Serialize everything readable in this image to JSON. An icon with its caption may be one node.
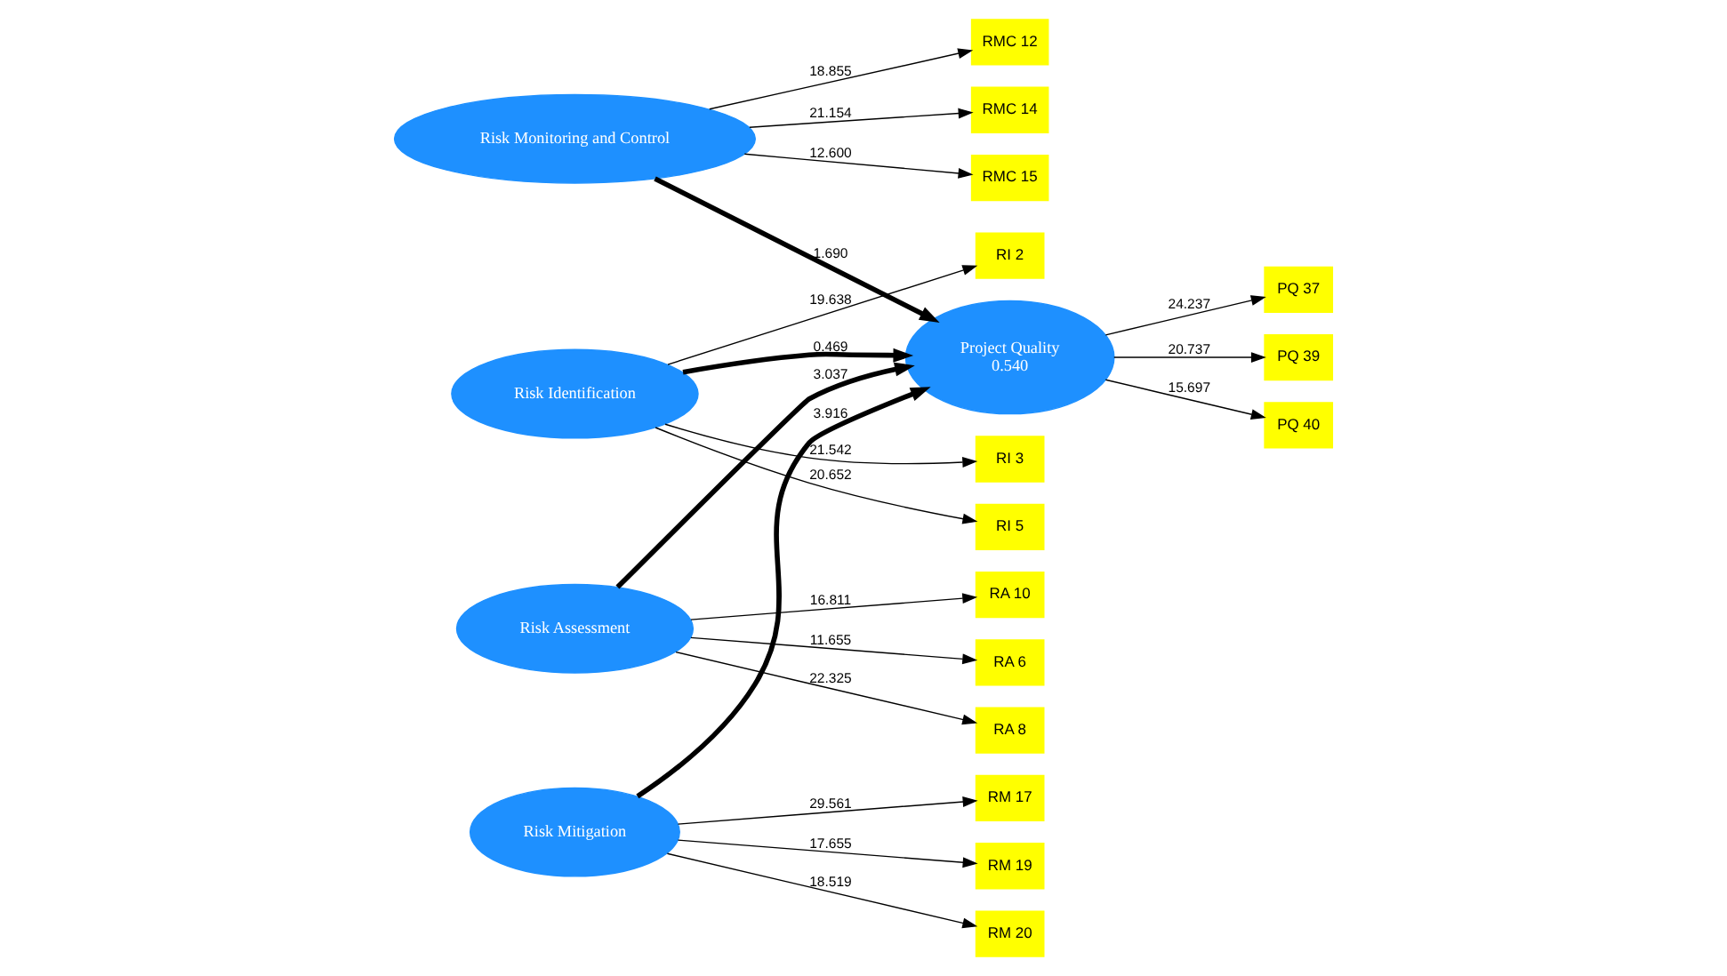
{
  "diagram": {
    "nodes": [
      {
        "text": [
          "RMC 12"
        ]
      },
      {
        "text": [
          "RMC 14"
        ]
      },
      {
        "text": [
          "RMC 15"
        ]
      },
      {
        "text": [
          "Risk Monitoring and Control"
        ]
      },
      {
        "text": [
          "RI 2"
        ]
      },
      {
        "text": [
          "Risk Identification"
        ]
      },
      {
        "text": [
          "RI 3"
        ]
      },
      {
        "text": [
          "Project Quality",
          "0.540"
        ]
      },
      {
        "text": [
          "PQ 37"
        ]
      },
      {
        "text": [
          "RI 5"
        ]
      },
      {
        "text": [
          "PQ 39"
        ]
      },
      {
        "text": [
          "RA 10"
        ]
      },
      {
        "text": [
          "PQ 40"
        ]
      },
      {
        "text": [
          "RA 6"
        ]
      },
      {
        "text": [
          "Risk Assessment"
        ]
      },
      {
        "text": [
          "RA 8"
        ]
      },
      {
        "text": [
          "Risk Mitigation"
        ]
      },
      {
        "text": [
          "RM 17"
        ]
      },
      {
        "text": [
          "RM 19"
        ]
      },
      {
        "text": [
          "RM 20"
        ]
      }
    ],
    "edges": [
      {
        "from": 3,
        "to": 0,
        "arrow": "to",
        "label": "18.855"
      },
      {
        "from": 3,
        "to": 1,
        "arrow": "to",
        "label": "21.154"
      },
      {
        "from": 3,
        "to": 2,
        "arrow": "to",
        "label": "12.600"
      },
      {
        "from": 5,
        "to": 4,
        "arrow": "to",
        "label": "19.638"
      },
      {
        "from": 5,
        "to": 6,
        "arrow": "to",
        "label": "21.542"
      },
      {
        "from": 5,
        "to": 9,
        "arrow": "to",
        "label": "20.652"
      },
      {
        "from": 14,
        "to": 11,
        "arrow": "to",
        "label": "16.811"
      },
      {
        "from": 14,
        "to": 13,
        "arrow": "to",
        "label": "11.655"
      },
      {
        "from": 14,
        "to": 15,
        "arrow": "to",
        "label": "22.325"
      },
      {
        "from": 3,
        "to": 7,
        "arrow": "to",
        "label": "1.690",
        "style": "thick"
      },
      {
        "from": 5,
        "to": 7,
        "arrow": "to",
        "label": "0.469",
        "style": "thick"
      },
      {
        "from": 14,
        "to": 7,
        "arrow": "to",
        "label": "3.037",
        "style": "thick"
      },
      {
        "from": 16,
        "to": 7,
        "arrow": "to",
        "label": "3.916",
        "style": "thick"
      },
      {
        "from": 7,
        "to": 8,
        "arrow": "to",
        "label": "24.237"
      },
      {
        "from": 7,
        "to": 10,
        "arrow": "to",
        "label": "20.737"
      },
      {
        "from": 7,
        "to": 12,
        "arrow": "to",
        "label": "15.697"
      },
      {
        "from": 16,
        "to": 17,
        "arrow": "to",
        "label": "29.561"
      },
      {
        "from": 16,
        "to": 18,
        "arrow": "to",
        "label": "17.655"
      },
      {
        "from": 16,
        "to": 19,
        "arrow": "to",
        "label": "18.519"
      }
    ]
  }
}
